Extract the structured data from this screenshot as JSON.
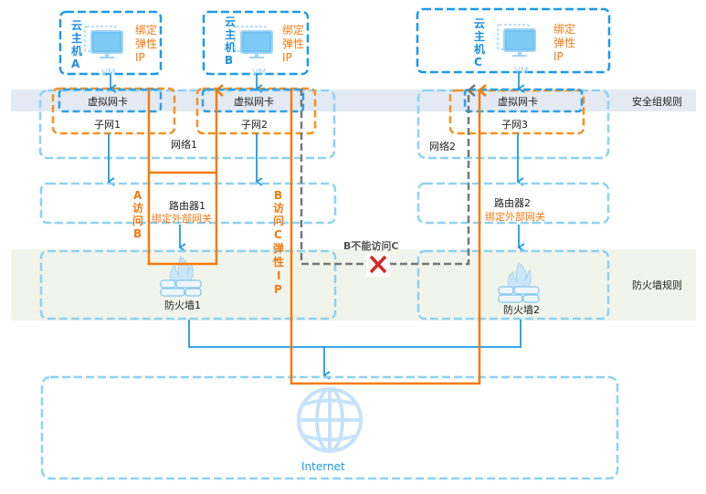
{
  "bands": {
    "security_group": "安全组规则",
    "firewall": "防火墙规则"
  },
  "hosts": [
    {
      "id": "A",
      "label": [
        "云",
        "主",
        "机",
        "A"
      ],
      "eip": [
        "绑定",
        "弹性",
        "IP"
      ],
      "vm": "VM"
    },
    {
      "id": "B",
      "label": [
        "云",
        "主",
        "机",
        "B"
      ],
      "eip": [
        "绑定",
        "弹性",
        "IP"
      ],
      "vm": "VM"
    },
    {
      "id": "C",
      "label": [
        "云",
        "主",
        "机",
        "C"
      ],
      "eip": [
        "绑定",
        "弹性",
        "IP"
      ],
      "vm": "VM"
    }
  ],
  "vnic": "虚拟网卡",
  "subnets": [
    "子网1",
    "子网2",
    "子网3"
  ],
  "networks": [
    "网络1",
    "网络2"
  ],
  "routers": [
    {
      "name": "路由器1",
      "gateway": "绑定外部网关"
    },
    {
      "name": "路由器2",
      "gateway": "绑定外部网关"
    }
  ],
  "firewalls": [
    "防火墙1",
    "防火墙2"
  ],
  "internet": "Internet",
  "annotations": {
    "a_to_b": [
      "A",
      "访",
      "问",
      "B"
    ],
    "b_to_c_eip": [
      "B",
      "访",
      "问",
      "C",
      "弹",
      "性",
      "I",
      "P"
    ],
    "b_cannot_c": "B不能访问C"
  },
  "colors": {
    "blue": "#1a9be6",
    "light_blue": "#7fcdf2",
    "orange": "#f57a0a",
    "gray": "#777777",
    "sg_band": "#e3eaf4",
    "fw_band": "#f1f4ea",
    "deny": "#d62828"
  }
}
